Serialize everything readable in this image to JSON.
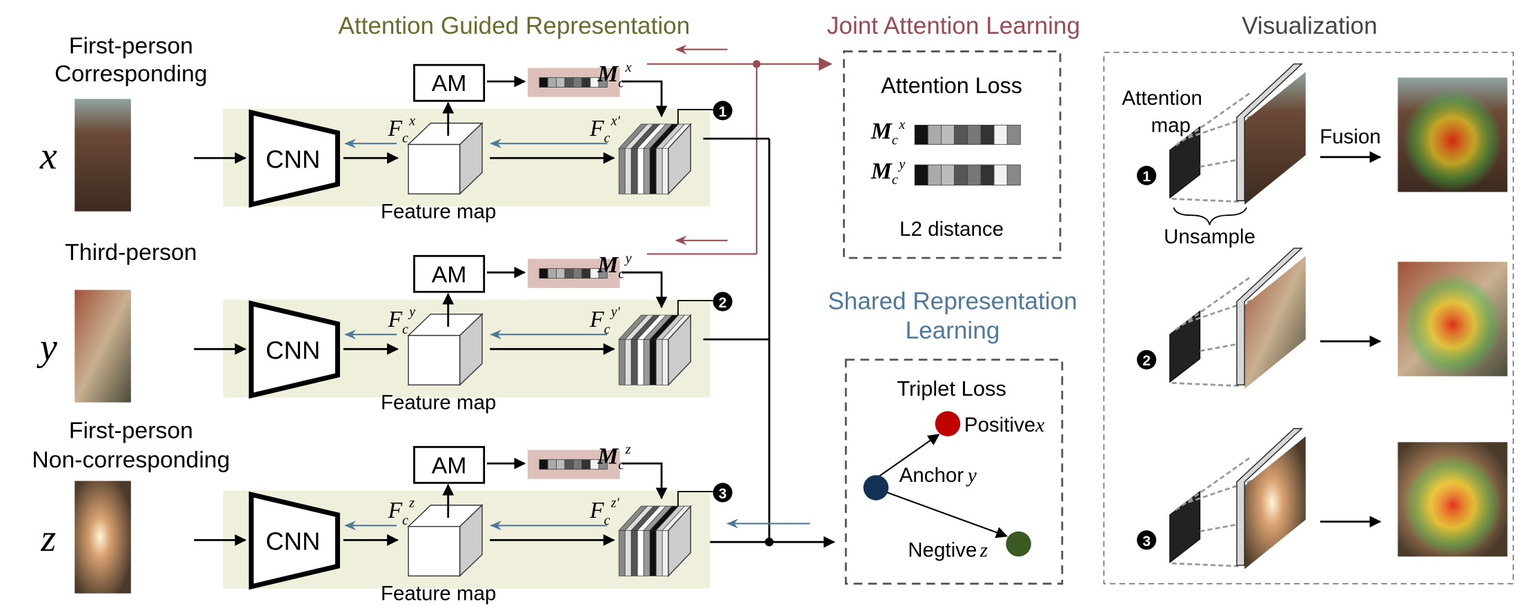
{
  "titles": {
    "attention_guided": "Attention Guided Representation",
    "joint": "Joint Attention Learning",
    "visualization": "Visualization",
    "shared_line1": "Shared Representation",
    "shared_line2": "Learning"
  },
  "rows": [
    {
      "label_lines": [
        "First-person",
        "Corresponding"
      ],
      "variable": "x",
      "badge": "1"
    },
    {
      "label_lines": [
        "Third-person"
      ],
      "variable": "y",
      "badge": "2"
    },
    {
      "label_lines": [
        "First-person",
        "Non-corresponding"
      ],
      "variable": "z",
      "badge": "3"
    }
  ],
  "labels": {
    "cnn": "CNN",
    "am": "AM",
    "feature_map": "Feature map",
    "F": "F",
    "M": "M",
    "sub": "c",
    "prime": "'"
  },
  "attention_loss": {
    "title": "Attention Loss",
    "rows": [
      "x",
      "y"
    ],
    "metric": "L2 distance"
  },
  "triplet": {
    "title": "Triplet Loss",
    "positive": "Positive",
    "positive_var": "x",
    "anchor": "Anchor",
    "anchor_var": "y",
    "negative": "Negtive",
    "negative_var": "z"
  },
  "visualization": {
    "attention_map_line1": "Attention",
    "attention_map_line2": "map",
    "fusion": "Fusion",
    "upsample": "Unsample"
  },
  "colors": {
    "attention_title": "#6b6b2e",
    "joint_title": "#9b4b53",
    "shared_title": "#4f7899",
    "visualization_title": "#444444",
    "band": "#efefdc",
    "mask_bg": "#dcc0b9",
    "positive": "#c00000",
    "anchor": "#123354",
    "negative": "#3a5a22"
  }
}
